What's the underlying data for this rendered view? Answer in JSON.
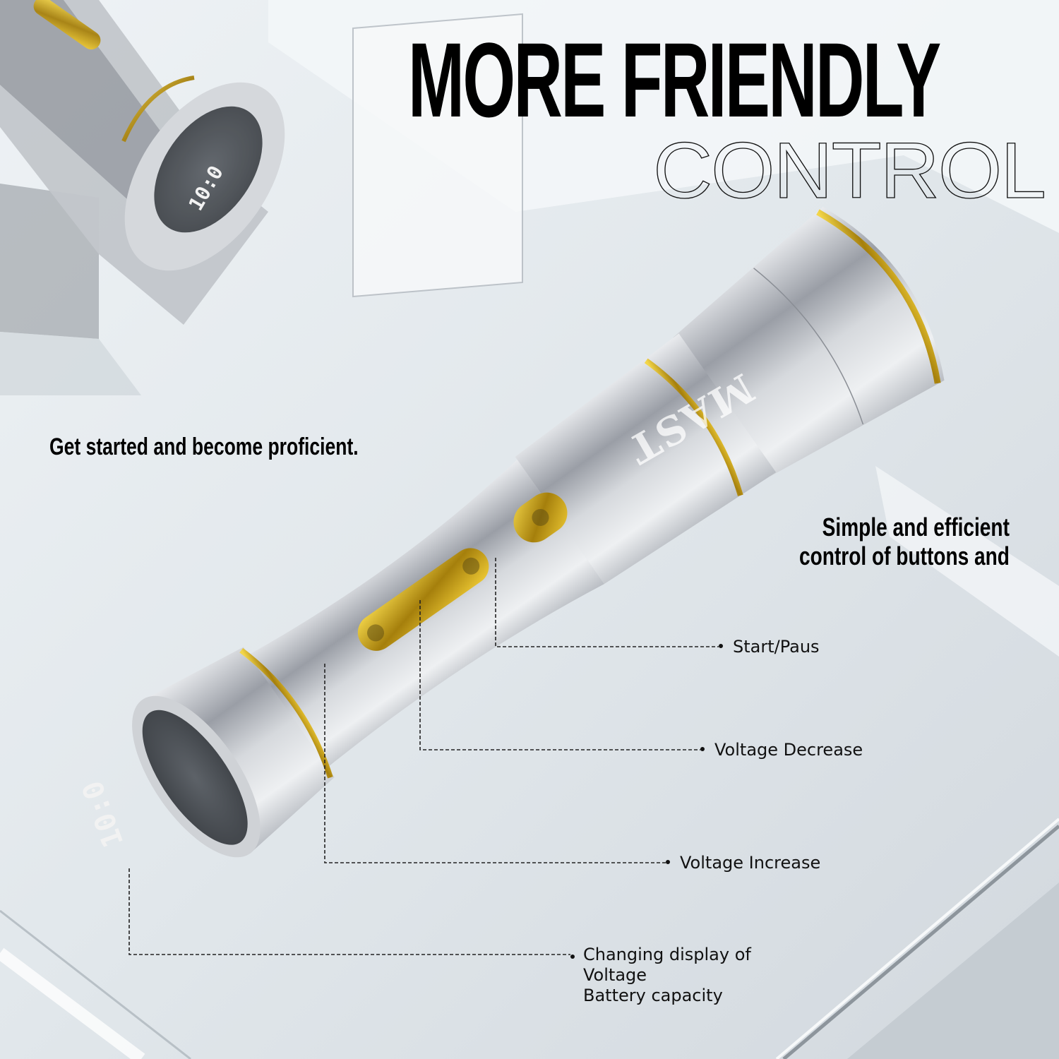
{
  "headline": {
    "line1": "MORE FRIENDLY",
    "line2": "CONTROL"
  },
  "taglines": {
    "left": "Get started and become proficient.",
    "right_line1": "Simple and efficient",
    "right_line2": "control of buttons and"
  },
  "product": {
    "brand": "MAST",
    "display_value_front": "10:0",
    "display_value_back": "10:0",
    "colors": {
      "body_silver": "#c9cdd3",
      "gold_accent": "#d9b21e",
      "display_dark": "#4a4f55",
      "background": "#e3e8ec"
    }
  },
  "callouts": [
    {
      "id": "start-pause",
      "label": "Start/Paus"
    },
    {
      "id": "voltage-decrease",
      "label": "Voltage Decrease"
    },
    {
      "id": "voltage-increase",
      "label": "Voltage Increase"
    },
    {
      "id": "display",
      "lines": [
        "Changing display of",
        "Voltage",
        "Battery capacity"
      ]
    }
  ]
}
